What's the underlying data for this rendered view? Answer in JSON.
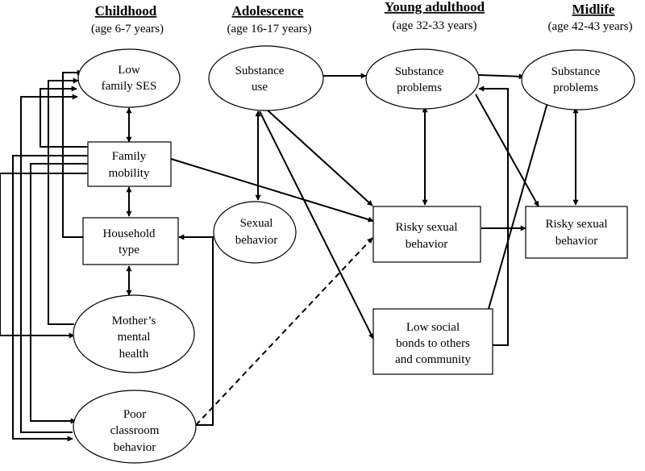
{
  "stages": [
    {
      "id": "childhood",
      "title": "Childhood",
      "subtitle": "(age 6-7 years)"
    },
    {
      "id": "adolescence",
      "title": "Adolescence",
      "subtitle": "(age 16-17 years)"
    },
    {
      "id": "young-adulthood",
      "title": "Young adulthood",
      "subtitle": "(age 32-33 years)"
    },
    {
      "id": "midlife",
      "title": "Midlife",
      "subtitle": "(age 42-43 years)"
    }
  ],
  "nodes": {
    "low_family_ses": {
      "lines": [
        "Low",
        "family SES"
      ],
      "shape": "ellipse"
    },
    "family_mobility": {
      "lines": [
        "Family",
        "mobility"
      ],
      "shape": "rect"
    },
    "household_type": {
      "lines": [
        "Household",
        "type"
      ],
      "shape": "rect"
    },
    "mothers_mental_health": {
      "lines": [
        "Mother’s",
        "mental",
        "health"
      ],
      "shape": "ellipse"
    },
    "poor_classroom_behavior": {
      "lines": [
        "Poor",
        "classroom",
        "behavior"
      ],
      "shape": "ellipse"
    },
    "substance_use": {
      "lines": [
        "Substance",
        "use"
      ],
      "shape": "ellipse"
    },
    "sexual_behavior": {
      "lines": [
        "Sexual",
        "behavior"
      ],
      "shape": "ellipse"
    },
    "substance_problems_ya": {
      "lines": [
        "Substance",
        "problems"
      ],
      "shape": "ellipse"
    },
    "risky_sexual_behavior_ya": {
      "lines": [
        "Risky sexual",
        "behavior"
      ],
      "shape": "rect"
    },
    "low_social_bonds": {
      "lines": [
        "Low social",
        "bonds to others",
        "and community"
      ],
      "shape": "rect"
    },
    "substance_problems_ml": {
      "lines": [
        "Substance",
        "problems"
      ],
      "shape": "ellipse"
    },
    "risky_sexual_behavior_ml": {
      "lines": [
        "Risky sexual",
        "behavior"
      ],
      "shape": "rect"
    }
  },
  "edges": [
    {
      "from": "low_family_ses",
      "to": "family_mobility",
      "type": "bidirectional"
    },
    {
      "from": "family_mobility",
      "to": "household_type",
      "type": "bidirectional"
    },
    {
      "from": "household_type",
      "to": "mothers_mental_health",
      "type": "bidirectional"
    },
    {
      "from": "substance_use",
      "to": "sexual_behavior",
      "type": "bidirectional"
    },
    {
      "from": "substance_problems_ya",
      "to": "risky_sexual_behavior_ya",
      "type": "bidirectional"
    },
    {
      "from": "substance_problems_ml",
      "to": "risky_sexual_behavior_ml",
      "type": "bidirectional"
    },
    {
      "from": "substance_use",
      "to": "substance_problems_ya",
      "type": "directed"
    },
    {
      "from": "substance_use",
      "to": "risky_sexual_behavior_ya",
      "type": "directed"
    },
    {
      "from": "substance_use",
      "to": "low_social_bonds",
      "type": "directed"
    },
    {
      "from": "family_mobility",
      "to": "risky_sexual_behavior_ya",
      "type": "directed"
    },
    {
      "from": "poor_classroom_behavior",
      "to": "risky_sexual_behavior_ya",
      "type": "directed-dashed"
    },
    {
      "from": "substance_problems_ya",
      "to": "substance_problems_ml",
      "type": "directed"
    },
    {
      "from": "risky_sexual_behavior_ya",
      "to": "risky_sexual_behavior_ml",
      "type": "directed"
    },
    {
      "from": "substance_problems_ya",
      "to": "risky_sexual_behavior_ml",
      "type": "directed"
    },
    {
      "from": "low_social_bonds",
      "to": "substance_problems_ya",
      "type": "directed"
    },
    {
      "from": "low_social_bonds",
      "to": "substance_problems_ml",
      "type": "directed"
    },
    {
      "from": "poor_classroom_behavior",
      "to": "household_type",
      "type": "directed"
    },
    {
      "from": "family_mobility",
      "to": "low_family_ses",
      "type": "directed"
    },
    {
      "from": "family_mobility",
      "to": "mothers_mental_health",
      "type": "directed"
    },
    {
      "from": "family_mobility",
      "to": "poor_classroom_behavior",
      "type": "directed"
    },
    {
      "from": "household_type",
      "to": "low_family_ses",
      "type": "directed"
    },
    {
      "from": "household_type",
      "to": "poor_classroom_behavior",
      "type": "directed"
    },
    {
      "from": "mothers_mental_health",
      "to": "low_family_ses",
      "type": "directed"
    },
    {
      "from": "poor_classroom_behavior",
      "to": "low_family_ses",
      "type": "directed"
    }
  ]
}
